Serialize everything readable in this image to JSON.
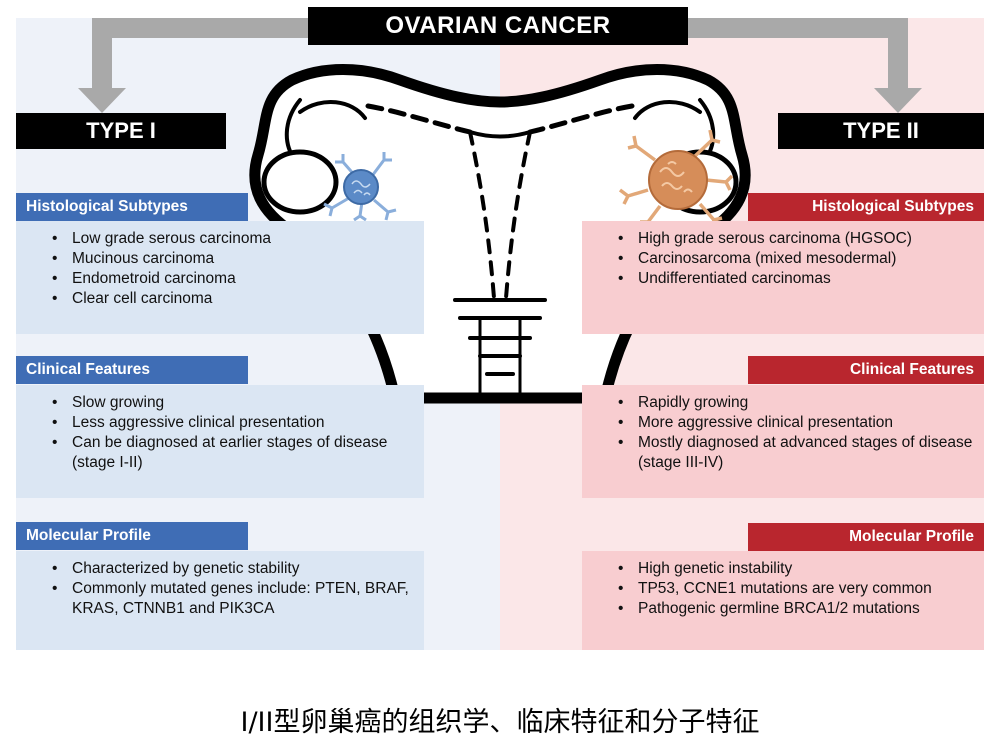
{
  "title": "OVARIAN CANCER",
  "type1": {
    "label": "TYPE I",
    "sections": [
      {
        "heading": "Histological Subtypes",
        "items": [
          "Low grade serous carcinoma",
          "Mucinous carcinoma",
          "Endometroid carcinoma",
          "Clear cell carcinoma"
        ]
      },
      {
        "heading": "Clinical Features",
        "items": [
          "Slow growing",
          "Less aggressive clinical presentation",
          "Can be diagnosed at earlier stages of disease (stage I-II)"
        ]
      },
      {
        "heading": "Molecular Profile",
        "items": [
          "Characterized by genetic stability",
          "Commonly mutated genes include: PTEN, BRAF, KRAS, CTNNB1 and PIK3CA"
        ]
      }
    ]
  },
  "type2": {
    "label": "TYPE II",
    "sections": [
      {
        "heading": "Histological Subtypes",
        "items": [
          "High grade serous carcinoma (HGSOC)",
          "Carcinosarcoma (mixed mesodermal)",
          "Undifferentiated carcinomas"
        ]
      },
      {
        "heading": "Clinical Features",
        "items": [
          "Rapidly growing",
          "More aggressive clinical presentation",
          "Mostly diagnosed at advanced stages of disease (stage III-IV)"
        ]
      },
      {
        "heading": "Molecular Profile",
        "items": [
          "High genetic instability",
          "TP53, CCNE1 mutations are very common",
          "Pathogenic germline BRCA1/2 mutations"
        ]
      }
    ]
  },
  "caption": "I/II型卵巢癌的组织学、临床特征和分子特征",
  "colors": {
    "type1_accent": "#3f6db5",
    "type2_accent": "#b9262e",
    "type1_bg": "#eef2f9",
    "type2_bg": "#fbe7e8"
  }
}
